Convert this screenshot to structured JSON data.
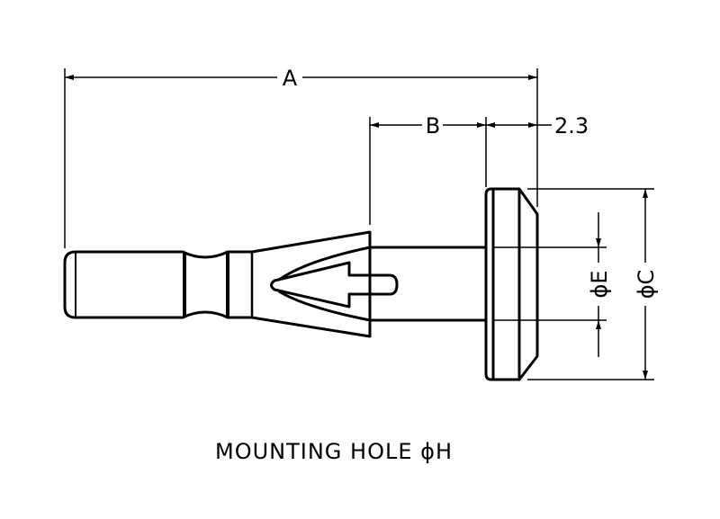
{
  "dimensions": {
    "a_label": "A",
    "b_label": "B",
    "flange_thickness_label": "2.3",
    "e_label": "ϕE",
    "c_label": "ϕC"
  },
  "caption": "MOUNTING HOLE ϕH",
  "colors": {
    "line": "#000000",
    "background": "#ffffff"
  }
}
